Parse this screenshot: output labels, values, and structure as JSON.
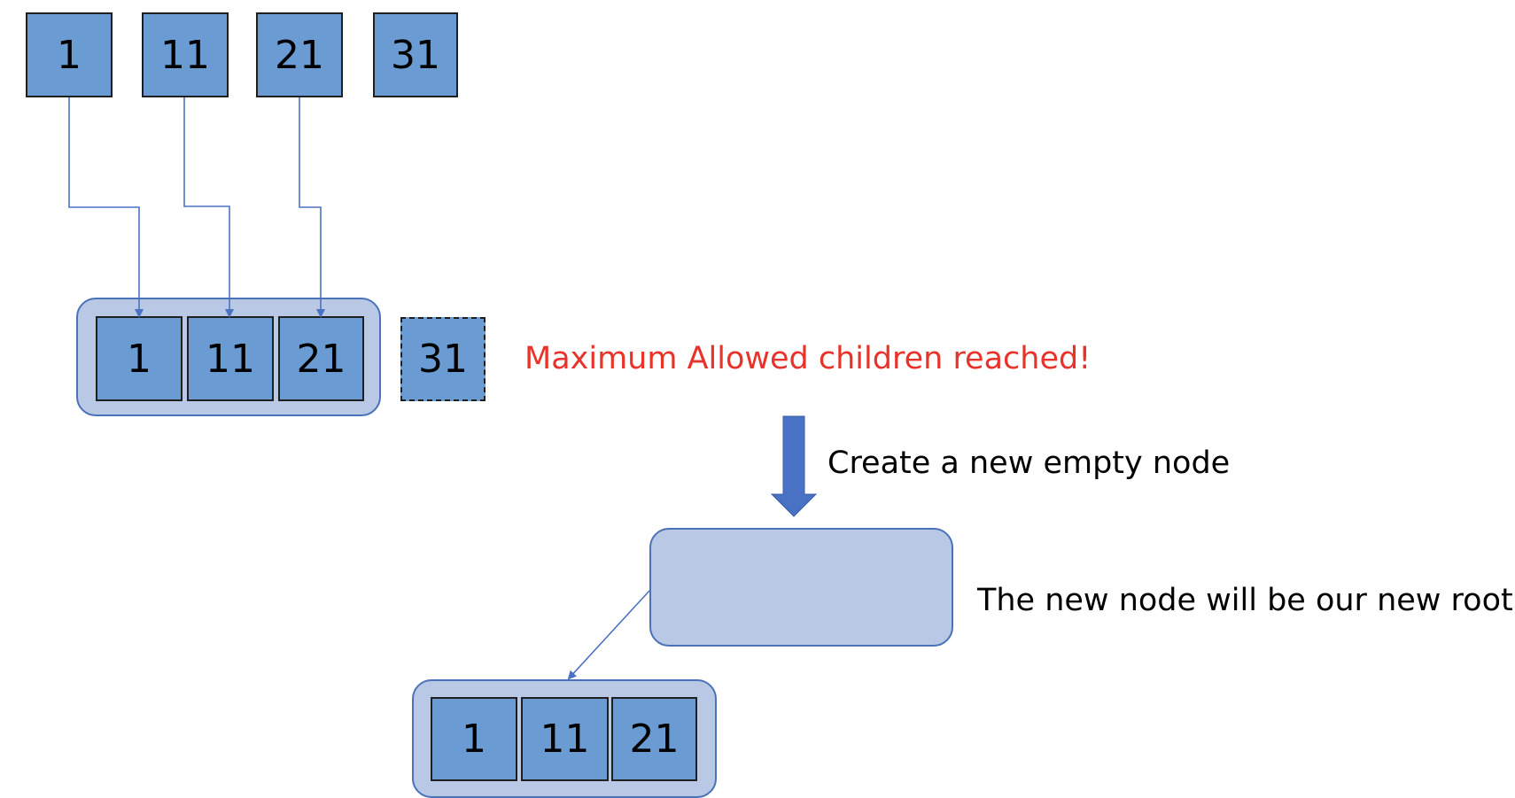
{
  "diagram": {
    "top_keys": [
      "1",
      "11",
      "21",
      "31"
    ],
    "leaf_keys": [
      "1",
      "11",
      "21"
    ],
    "overflow_key": "31",
    "overflow_message": "Maximum Allowed children reached!",
    "step_label": "Create a new empty node",
    "root_label": "The new node will be our new root",
    "new_leaf_keys": [
      "1",
      "11",
      "21"
    ]
  },
  "colors": {
    "key_fill": "#6a9bd2",
    "node_fill": "#b8c8e5",
    "node_border": "#4a72b8",
    "connector": "#4a72c4",
    "alert_text": "#e8332a"
  }
}
